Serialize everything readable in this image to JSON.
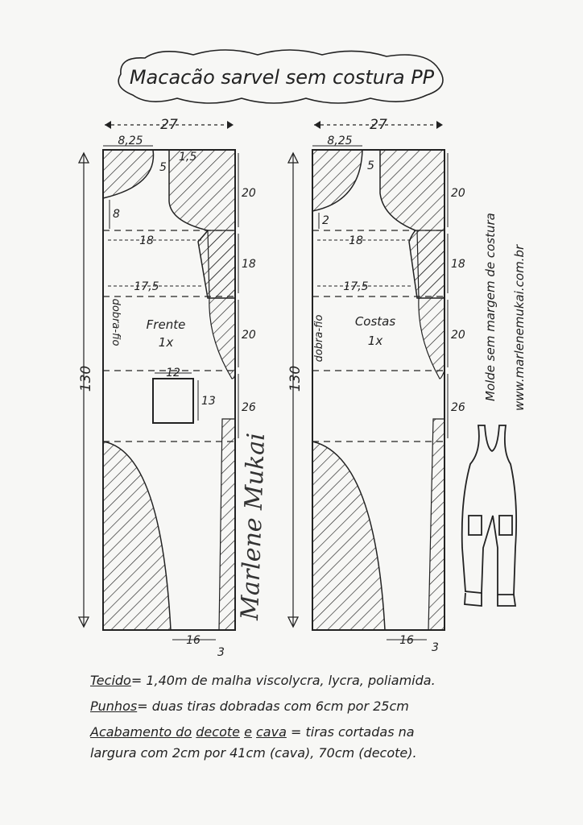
{
  "title": "Macacão sarvel sem costura PP",
  "front": {
    "name": "Frente",
    "qty": "1x",
    "fold": "dobra-fio",
    "width_top": "27",
    "neck_width": "8,25",
    "shoulder": "1,5",
    "strap": "5",
    "neck_depth": "8",
    "len_1": "20",
    "len_2": "18",
    "len_3": "20",
    "len_4": "26",
    "total": "130",
    "width_chest": "18",
    "width_waist": "17,5",
    "pocket_w": "12",
    "pocket_h": "13",
    "hem": "16",
    "hem_side": "3"
  },
  "back": {
    "name": "Costas",
    "qty": "1x",
    "fold": "dobra-fio",
    "width_top": "27",
    "neck_width": "8,25",
    "strap": "5",
    "neck_depth": "2",
    "len_1": "20",
    "len_2": "18",
    "len_3": "20",
    "len_4": "26",
    "total": "130",
    "width_chest": "18",
    "width_waist": "17,5",
    "hem": "16",
    "hem_side": "3"
  },
  "side_note": {
    "line1": "Molde sem margem de costura",
    "line2": "www.marlenemukai.com.br"
  },
  "signature": "Marlene Mukai",
  "notes": {
    "fabric_label": "Tecido",
    "fabric_text": "= 1,40m de malha viscolycra, lycra, poliamida.",
    "cuffs_label": "Punhos",
    "cuffs_text": "= duas tiras dobradas com 6cm por 25cm",
    "finish_label": "Acabamento do",
    "finish_neck": "decote",
    "finish_and": "e",
    "finish_arm": "cava",
    "finish_text1": "= tiras cortadas na",
    "finish_text2": "largura com 2cm por 41cm (cava), 70cm (decote)."
  }
}
